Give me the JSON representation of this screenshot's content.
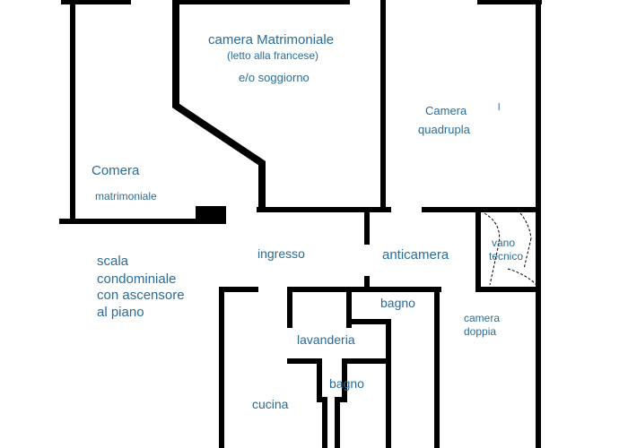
{
  "colors": {
    "label": "#2a6b97",
    "wall": "#000000",
    "background": "#ffffff"
  },
  "rooms": {
    "camera_matrimoniale": {
      "title": "camera Matrimoniale",
      "note": "(letto alla francese)",
      "alt": "e/o soggiorno"
    },
    "camera_quadrupla": {
      "line1": "Camera",
      "line2": "quadrupla",
      "mark": "l"
    },
    "comera_matrimoniale": {
      "line1": "Comera",
      "line2": "matrimoniale"
    },
    "scala": {
      "line1": "scala",
      "line2": "condominiale",
      "line3": "con ascensore",
      "line4": "al piano"
    },
    "ingresso": "ingresso",
    "anticamera": "anticamera",
    "vano_tecnico": {
      "line1": "vano",
      "line2": "tecnico"
    },
    "bagno_1": "bagno",
    "camera_doppia": {
      "line1": "camera",
      "line2": "doppia"
    },
    "lavanderia": "lavanderia",
    "bagno_2": "bagno",
    "cucina": "cucina"
  }
}
